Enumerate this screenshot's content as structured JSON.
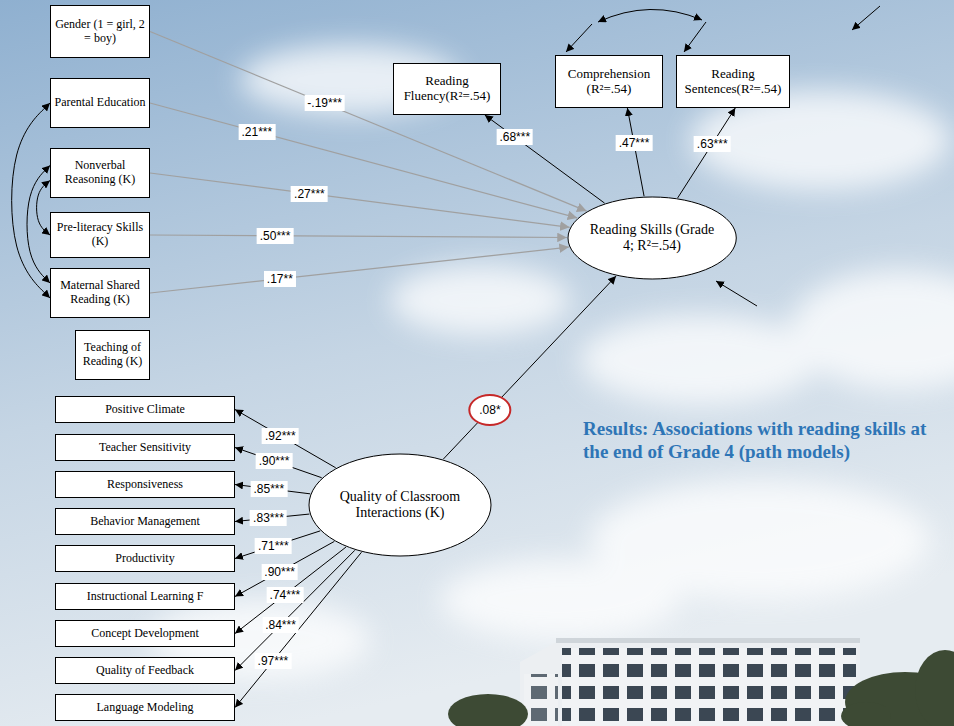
{
  "diagram": {
    "title": "Results: Associations with reading skills at the end of Grade 4 (path models)",
    "nodes": [
      {
        "text": [
          "Gender (1 = girl, 2 = boy)"
        ]
      },
      {
        "text": [
          "Parental Education"
        ]
      },
      {
        "text": [
          "Nonverbal Reasoning (K)"
        ]
      },
      {
        "text": [
          "Pre-literacy Skills (K)"
        ]
      },
      {
        "text": [
          "Maternal Shared Reading (K)"
        ]
      },
      {
        "text": [
          "Teaching of Reading (K)"
        ]
      },
      {
        "text": [
          "Reading Fluency(R²=.54)"
        ]
      },
      {
        "text": [
          "Comprehension (R²=.54)"
        ]
      },
      {
        "text": [
          "Reading Sentences(R²=.54)"
        ]
      },
      {
        "text": [
          "Reading Skills (Grade 4; R²=.54)"
        ]
      },
      {
        "text": [
          "Positive Climate"
        ]
      },
      {
        "text": [
          "Teacher Sensitivity"
        ]
      },
      {
        "text": [
          "Responsiveness"
        ]
      },
      {
        "text": [
          "Behavior Management"
        ]
      },
      {
        "text": [
          "Productivity"
        ]
      },
      {
        "text": [
          "Instructional Learning F"
        ]
      },
      {
        "text": [
          "Concept Development"
        ]
      },
      {
        "text": [
          "Quality of Feedback"
        ]
      },
      {
        "text": [
          "Language Modeling"
        ]
      },
      {
        "text": [
          "Quality of Classroom Interactions (K)"
        ]
      }
    ],
    "edges": [
      {
        "from": 0,
        "to": 9,
        "label": "-.19***",
        "arrow": "to"
      },
      {
        "from": 1,
        "to": 9,
        "label": ".21***",
        "arrow": "to"
      },
      {
        "from": 2,
        "to": 9,
        "label": ".27***",
        "arrow": "to"
      },
      {
        "from": 3,
        "to": 9,
        "label": ".50***",
        "arrow": "to"
      },
      {
        "from": 4,
        "to": 9,
        "label": ".17**",
        "arrow": "to"
      },
      {
        "from": 9,
        "to": 6,
        "label": ".68***",
        "arrow": "to"
      },
      {
        "from": 9,
        "to": 7,
        "label": ".47***",
        "arrow": "to"
      },
      {
        "from": 9,
        "to": 8,
        "label": ".63***",
        "arrow": "to"
      },
      {
        "from": 19,
        "to": 9,
        "label": ".08*",
        "arrow": "to"
      },
      {
        "from": 19,
        "to": 10,
        "label": ".92***",
        "arrow": "to"
      },
      {
        "from": 19,
        "to": 11,
        "label": ".90***",
        "arrow": "to"
      },
      {
        "from": 19,
        "to": 12,
        "label": ".85***",
        "arrow": "to"
      },
      {
        "from": 19,
        "to": 13,
        "label": ".83***",
        "arrow": "to"
      },
      {
        "from": 19,
        "to": 14,
        "label": ".71***",
        "arrow": "to"
      },
      {
        "from": 19,
        "to": 15,
        "label": ".90***",
        "arrow": "to"
      },
      {
        "from": 19,
        "to": 16,
        "label": ".74***",
        "arrow": "to"
      },
      {
        "from": 19,
        "to": 17,
        "label": ".84***",
        "arrow": "to"
      },
      {
        "from": 19,
        "to": 18,
        "label": ".97***",
        "arrow": "to"
      },
      {
        "from": 1,
        "to": 4,
        "arrow": "both"
      },
      {
        "from": 2,
        "to": 3,
        "arrow": "both"
      },
      {
        "from": 2,
        "to": 4,
        "arrow": "both"
      }
    ]
  }
}
